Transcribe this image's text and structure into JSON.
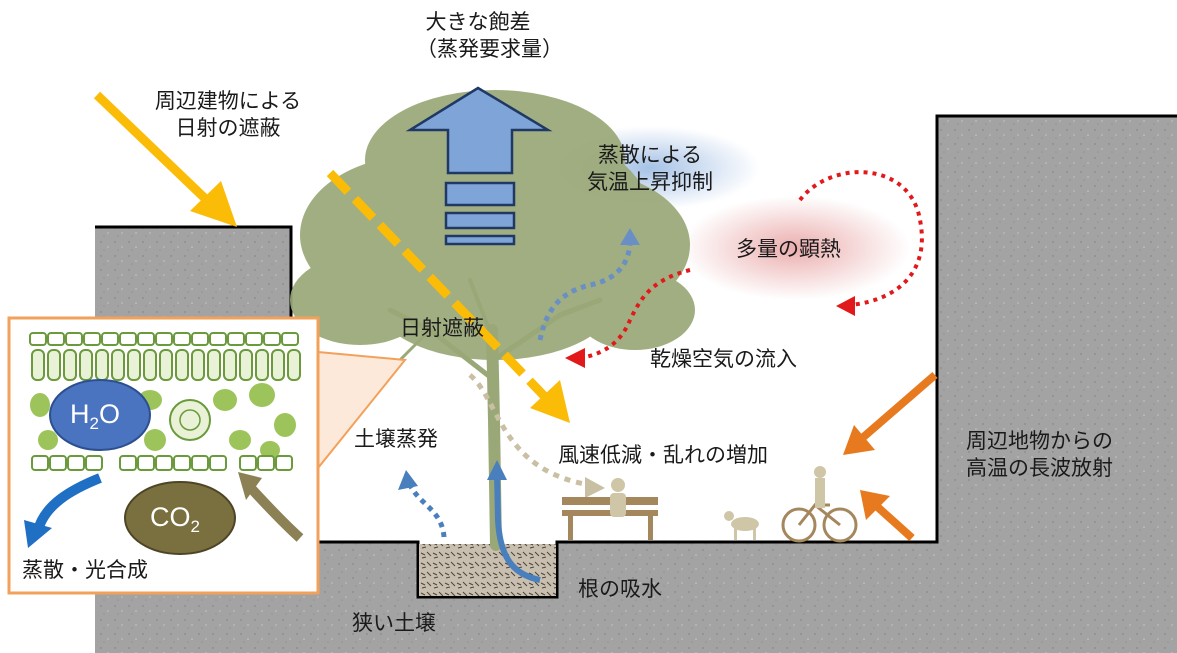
{
  "labels": {
    "vapor_deficit_line1": "大きな飽差",
    "vapor_deficit_line2": "（蒸発要求量）",
    "building_shade_line1": "周辺建物による",
    "building_shade_line2": "日射の遮蔽",
    "transpiration_cooling_line1": "蒸散による",
    "transpiration_cooling_line2": "気温上昇抑制",
    "sensible_heat": "多量の顕熱",
    "solar_shading": "日射遮蔽",
    "dry_air_inflow": "乾燥空気の流入",
    "soil_evaporation": "土壌蒸発",
    "wind_reduction": "風速低減・乱れの増加",
    "longwave_line1": "周辺地物からの",
    "longwave_line2": "高温の長波放射",
    "root_uptake": "根の吸水",
    "narrow_soil": "狭い土壌",
    "transpiration_photosynthesis": "蒸散・光合成"
  },
  "leaf_inset": {
    "h2o_main": "H",
    "h2o_sub": "2",
    "h2o_end": "O",
    "co2_main": "CO",
    "co2_sub": "2"
  },
  "colors": {
    "ground": "#a3a3a3",
    "tree": "#9aa877",
    "sun_arrow": "#fbbc08",
    "radiation_arrow": "#e77a1e",
    "heat_arrow": "#e2191b",
    "water_arrow": "#4a7fbe",
    "big_arrow": "#7fa5d8",
    "inset_border": "#f2a15b",
    "h2o_fill": "#4a73c0",
    "co2_fill": "#7a6f3e"
  }
}
